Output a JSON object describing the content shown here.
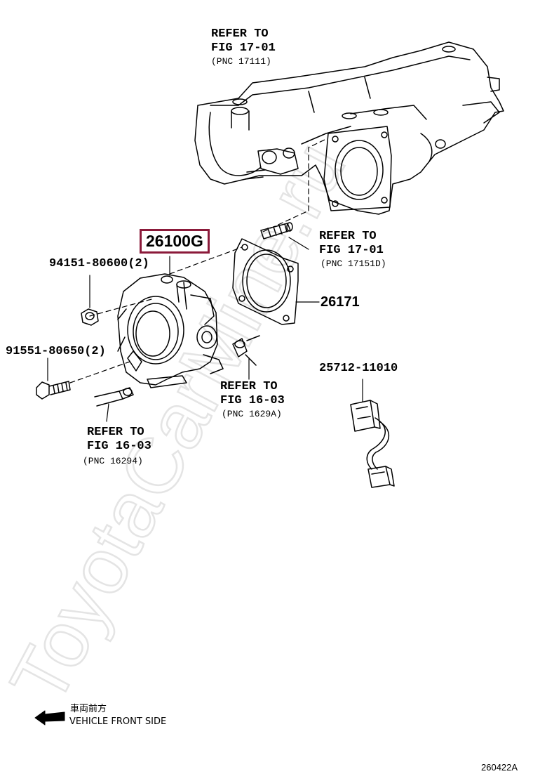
{
  "watermark": "ToyotaCarMine.ru",
  "labels": {
    "ref_manifold": {
      "line1": "REFER TO",
      "line2": "FIG 17-01",
      "line3": "(PNC 17111)"
    },
    "ref_stud": {
      "line1": "REFER TO",
      "line2": "FIG 17-01",
      "line3": "(PNC 17151D)"
    },
    "ref_hose_right": {
      "line1": "REFER TO",
      "line2": "FIG 16-03",
      "line3": "(PNC 1629A)"
    },
    "ref_hose_left": {
      "line1": "REFER TO",
      "line2": "FIG 16-03",
      "line3": "(PNC 16294)"
    }
  },
  "parts": {
    "throttle_body": "26100G",
    "nut": "94151-80600(2)",
    "bolt": "91551-80650(2)",
    "gasket": "26171",
    "connector": "25712-11010"
  },
  "direction": {
    "jp": "車両前方",
    "en": "VEHICLE FRONT SIDE"
  },
  "figure_code": "260422A",
  "colors": {
    "highlight": "#8b1a3a",
    "watermark": "#e6e6e6"
  }
}
